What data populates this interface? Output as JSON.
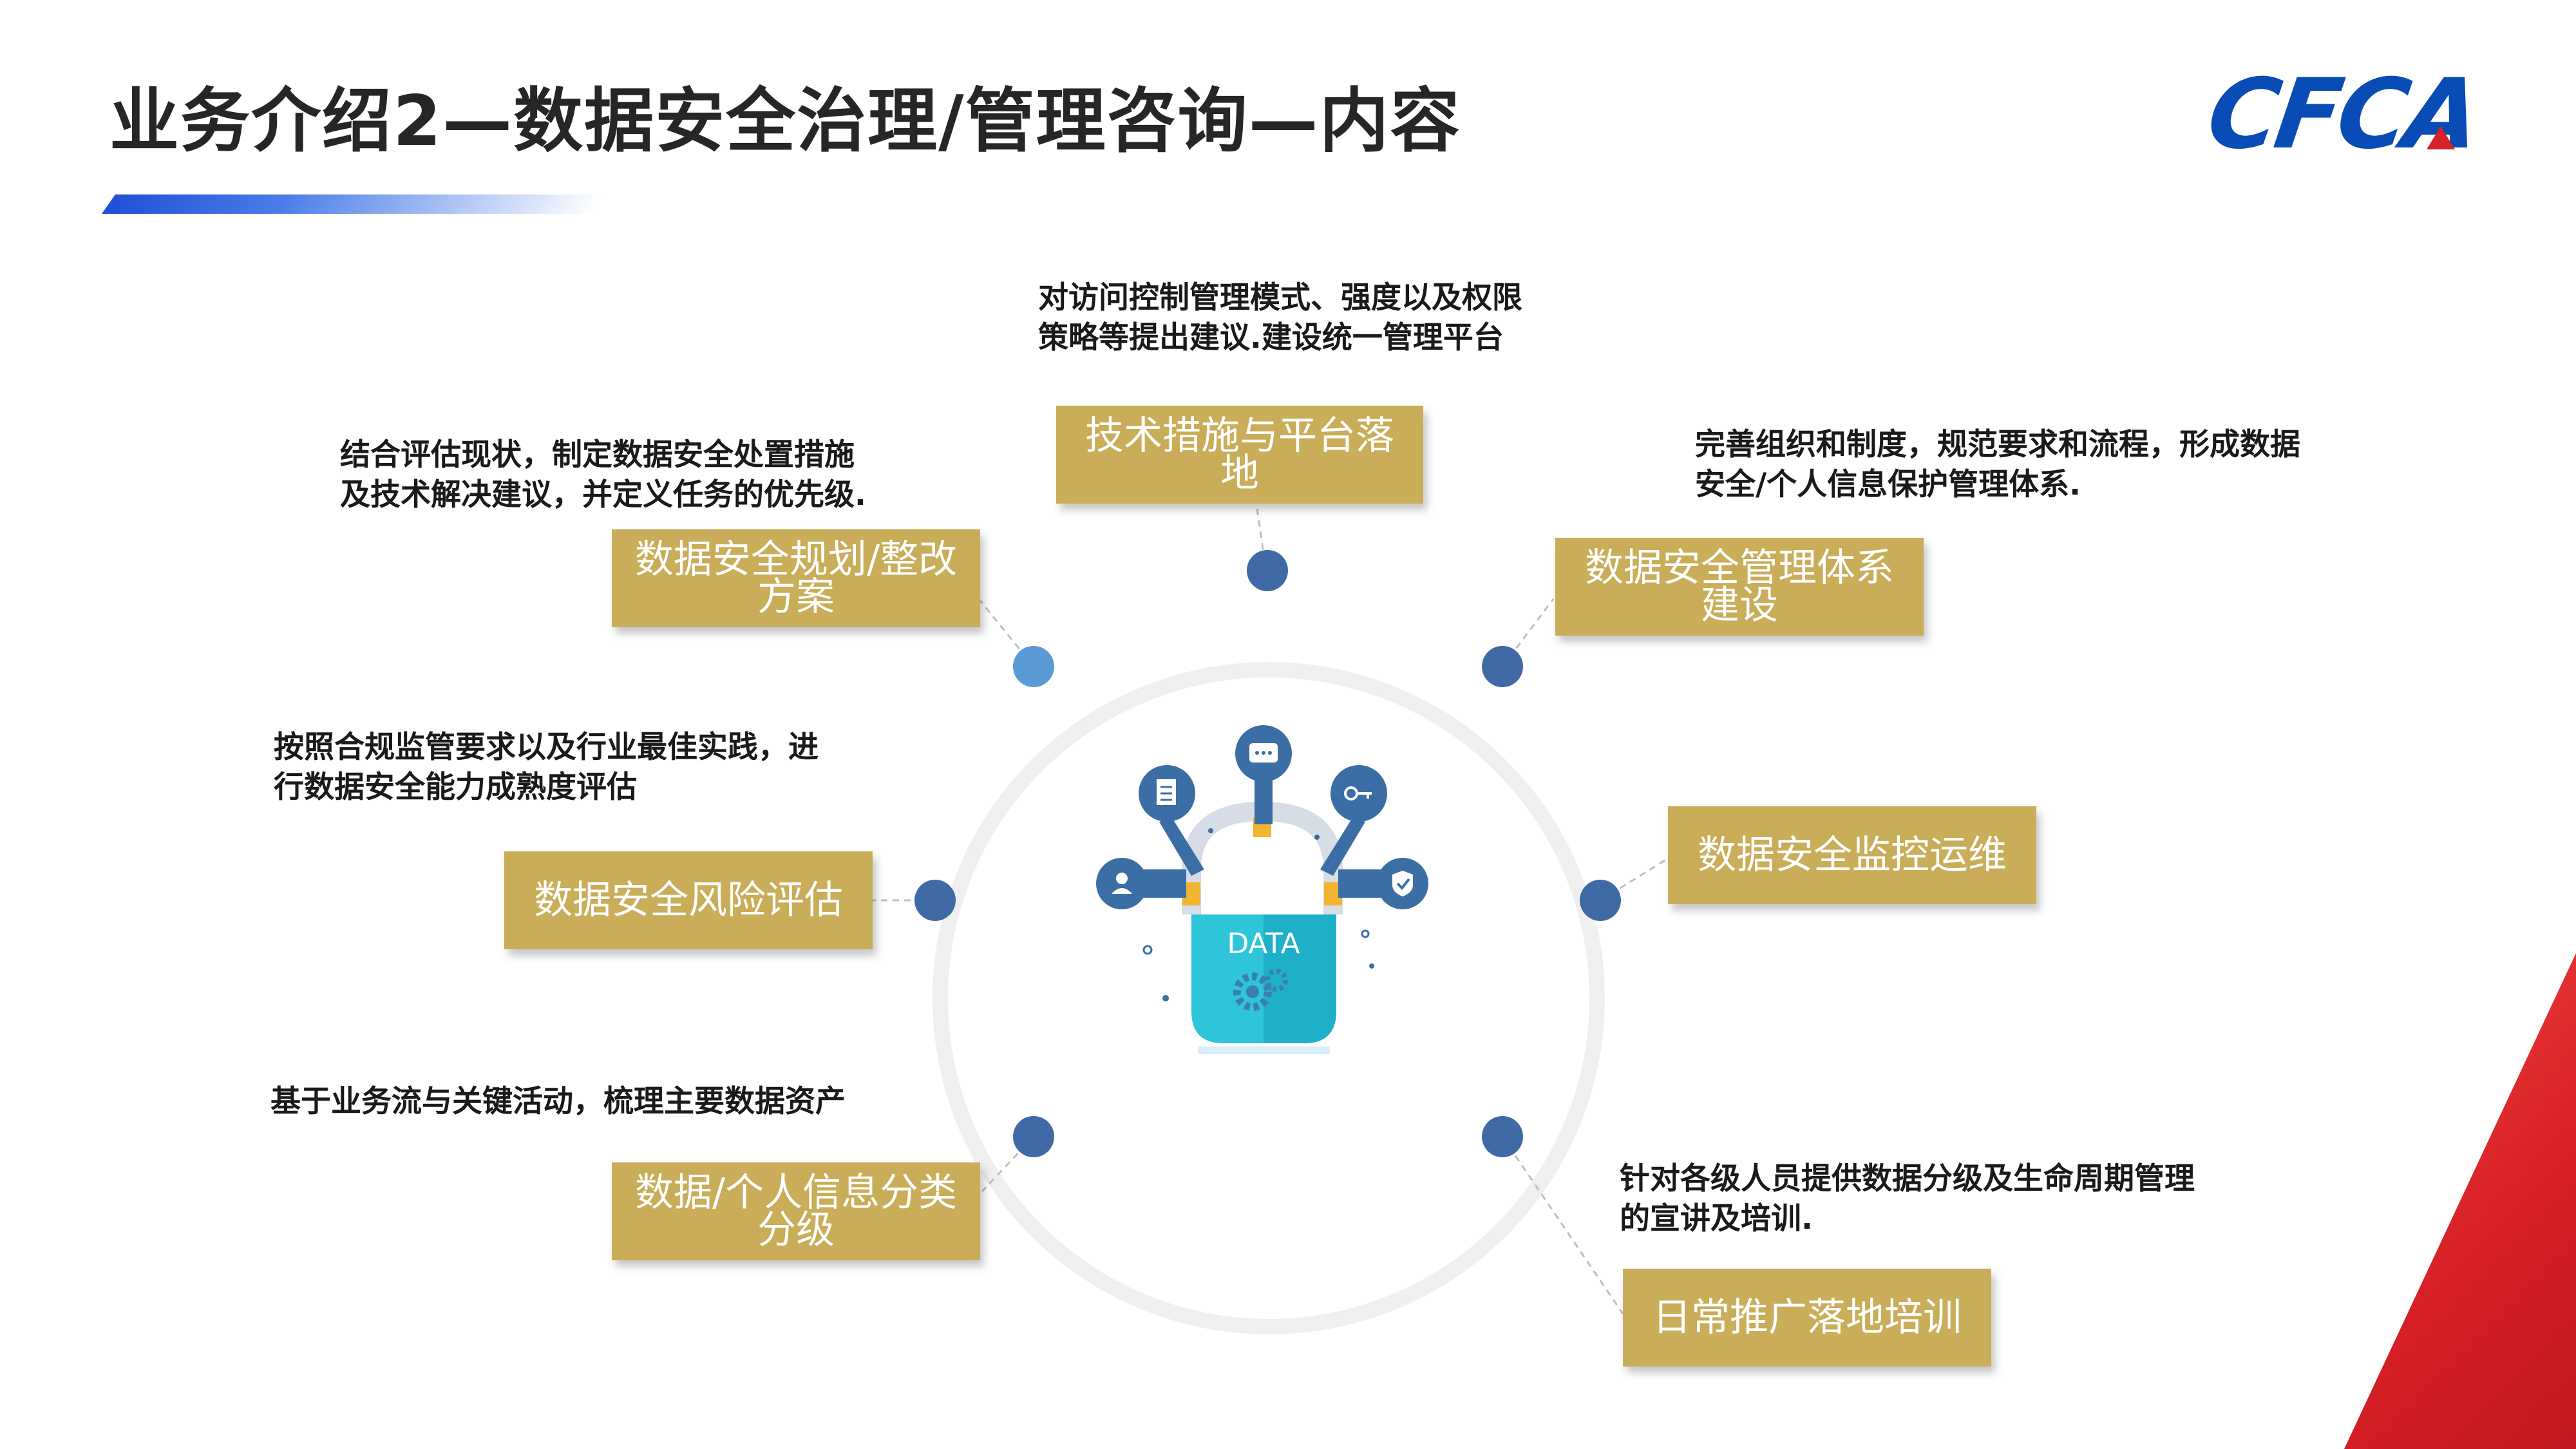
{
  "title": "业务介绍2—数据安全治理/管理咨询—内容",
  "logo": {
    "text": "CFCA"
  },
  "center": {
    "label": "DATA"
  },
  "items": [
    {
      "label": [
        "技术措施与平台落地"
      ],
      "desc": [
        "对访问控制管理模式、强度以及权限",
        "策略等提出建议.建设统一管理平台"
      ]
    },
    {
      "label": [
        "数据安全管理体系",
        "建设"
      ],
      "desc": [
        "完善组织和制度，规范要求和流程，形成数据",
        "安全/个人信息保护管理体系."
      ]
    },
    {
      "label": [
        "数据安全监控运维"
      ],
      "desc": []
    },
    {
      "label": [
        "日常推广落地培训"
      ],
      "desc": [
        "针对各级人员提供数据分级及生命周期管理",
        "的宣讲及培训."
      ]
    },
    {
      "label": [
        "数据/个人信息分类",
        "分级"
      ],
      "desc": [
        "基于业务流与关键活动，梳理主要数据资产"
      ]
    },
    {
      "label": [
        "数据安全风险评估"
      ],
      "desc": [
        "按照合规监管要求以及行业最佳实践，进",
        "行数据安全能力成熟度评估"
      ]
    },
    {
      "label": [
        "数据安全规划/整改",
        "方案"
      ],
      "desc": [
        "结合评估现状，制定数据安全处置措施",
        "及技术解决建议，并定义任务的优先级."
      ]
    }
  ],
  "colors": {
    "box": "#c9ad58",
    "dot": "#3f6aa6",
    "dot_highlight": "#5b9bd5",
    "ring": "#efefef",
    "title_bar": "#1f50d6",
    "accent_red": "#d61e26",
    "logo": "#0a4cb5"
  },
  "icons": [
    "document-icon",
    "chat-icon",
    "key-icon",
    "user-icon",
    "shield-check-icon",
    "padlock-icon",
    "gears-icon"
  ]
}
